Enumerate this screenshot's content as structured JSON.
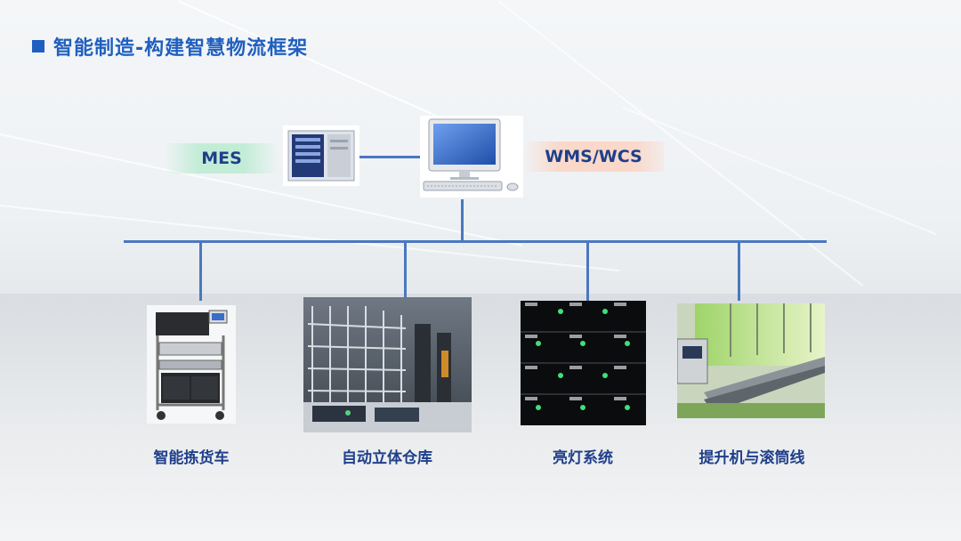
{
  "title": "智能制造-构建智慧物流框架",
  "systems": {
    "mes": "MES",
    "wms": "WMS/WCS"
  },
  "equipment": [
    {
      "label": "智能拣货车",
      "icon": "picking-cart-photo"
    },
    {
      "label": "自动立体仓库",
      "icon": "automated-warehouse-photo"
    },
    {
      "label": "亮灯系统",
      "icon": "pick-to-light-photo"
    },
    {
      "label": "提升机与滚筒线",
      "icon": "conveyor-line-photo"
    }
  ],
  "colors": {
    "accent": "#1f5fbf",
    "label": "#1f3f8a",
    "connector": "#4a78c0",
    "mes_bg": "#beecd4",
    "wms_bg": "#fad7c8"
  }
}
